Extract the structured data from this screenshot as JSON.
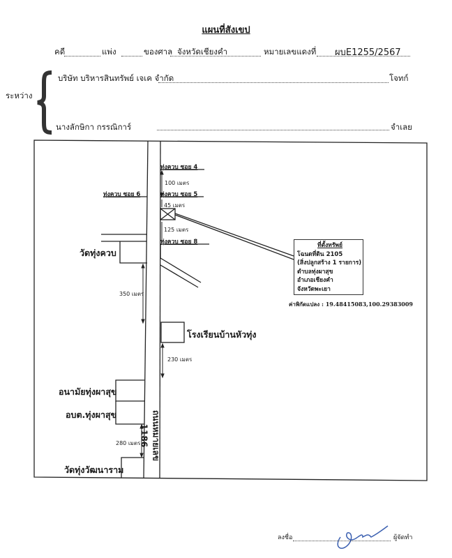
{
  "document": {
    "title": "แผนที่สังเขป",
    "case_line": {
      "case_label": "คดี",
      "of_label": "แพ่ง",
      "court_label": "ของศาล",
      "court_value": "จังหวัดเชียงคำ",
      "red_number_label": "หมายเลขแดงที่",
      "red_number_value": "ผบE1255/2567"
    },
    "parties": {
      "between_label": "ระหว่าง",
      "plaintiff_name": "บริษัท บริหารสินทรัพย์ เจเค จำกัด",
      "plaintiff_role": "โจทก์",
      "defendant_name": "นางลักษิกา กรรณิการ์",
      "defendant_role": "จำเลย"
    }
  },
  "map": {
    "roads": {
      "soi_4": "ทุ่งควบ ซอย 4",
      "soi_5": "ทุ่งควบ ซอย 5",
      "soi_6": "ทุ่งควบ ซอย 6",
      "soi_8": "ทุ่งควบ ซอย 8",
      "main_road": "ถนนหมายเลข 1186"
    },
    "distances": {
      "d100": "100 เมตร",
      "d45": "45 เมตร",
      "d125": "125 เมตร",
      "d350": "350 เมตร",
      "d230": "230 เมตร",
      "d280": "280 เมตร"
    },
    "landmarks": {
      "wat_thung_khuap": "วัดทุ่งควบ",
      "school": "โรงเรียนบ้านหัวทุ่ง",
      "health_station": "อนามัยทุ่งผาสุข",
      "sao": "อบต.ทุ่งผาสุข",
      "wat_thung_wattana": "วัดทุ่งวัฒนาราม"
    },
    "property_info": {
      "header": "ที่ตั้งทรัพย์",
      "lines": [
        "โฉนดที่ดิน 2105",
        "(สิ่งปลูกสร้าง 1 รายการ)",
        "ตำบลทุ่งผาสุข",
        "อำเภอเชียงคำ",
        "จังหวัดพะเยา"
      ],
      "coordinates_label": "ค่าพิกัดแปลง : 19.48415083,100.29383009"
    }
  },
  "signature": {
    "sign_label": "ลงชื่อ",
    "role": "ผู้จัดทำ",
    "ink_color": "#3a5fb0"
  }
}
